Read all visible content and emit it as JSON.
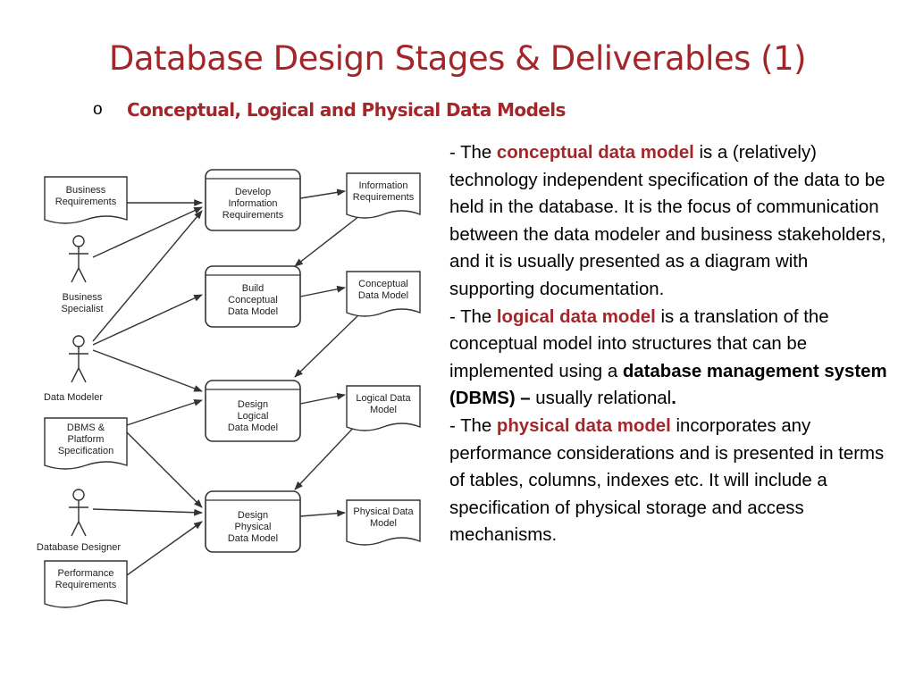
{
  "slide": {
    "title": "Database Design Stages & Deliverables (1)",
    "bullet_mark": "o",
    "subtitle": "Conceptual, Logical and Physical Data Models"
  },
  "diagram": {
    "inputs": {
      "business_requirements": [
        "Business",
        "Requirements"
      ],
      "dbms_platform": [
        "DBMS &",
        "Platform",
        "Specification"
      ],
      "performance_requirements": [
        "Performance",
        "Requirements"
      ]
    },
    "actors": {
      "business_specialist": [
        "Business",
        "Specialist"
      ],
      "data_modeler": [
        "Data Modeler"
      ],
      "database_designer": [
        "Database Designer"
      ]
    },
    "processes": {
      "develop_info_req": [
        "Develop",
        "Information",
        "Requirements"
      ],
      "build_conceptual": [
        "Build",
        "Conceptual",
        "Data Model"
      ],
      "design_logical": [
        "Design",
        "Logical",
        "Data Model"
      ],
      "design_physical": [
        "Design",
        "Physical",
        "Data Model"
      ]
    },
    "outputs": {
      "information_requirements": [
        "Information",
        "Requirements"
      ],
      "conceptual_data_model": [
        "Conceptual",
        "Data Model"
      ],
      "logical_data_model": [
        "Logical Data",
        "Model"
      ],
      "physical_data_model": [
        "Physical Data",
        "Model"
      ]
    }
  },
  "body_text": {
    "p1_prefix": "- The ",
    "p1_term": "conceptual data model",
    "p1_rest": " is a (relatively) technology independent specification of the data to be held in the database. It is the focus of communication between the data modeler and business stakeholders, and it is usually presented as a diagram with supporting documentation.",
    "p2_prefix": "- The ",
    "p2_term": "logical data model",
    "p2_rest": " is a translation of the conceptual model into structures that can be implemented using a ",
    "p2_bold": "database management system (DBMS) –",
    "p2_tail": " usually relational",
    "p2_period": ".",
    "p3_prefix": "- The ",
    "p3_term": "physical data model",
    "p3_rest": " incorporates any performance considerations and is presented in terms of tables, columns, indexes etc. It will include a specification of physical storage and access mechanisms."
  },
  "colors": {
    "accent": "#a3262b",
    "text": "#000000",
    "diagram_ink": "#333333"
  }
}
